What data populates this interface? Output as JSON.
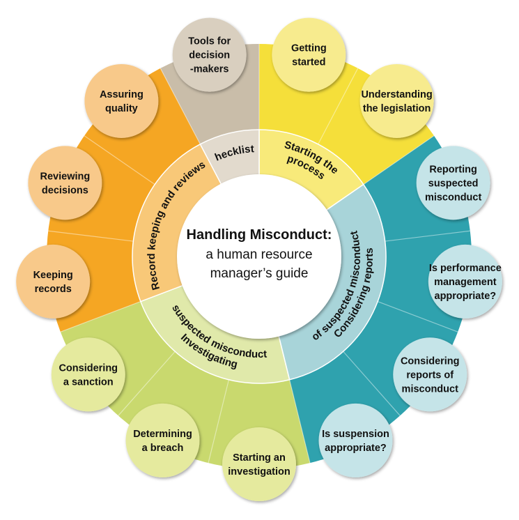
{
  "center": {
    "title": "Handling Misconduct:",
    "subtitle_line1": "a human resource",
    "subtitle_line2": "manager’s guide"
  },
  "sections": [
    {
      "id": "starting",
      "label": "Starting the process",
      "lines": [
        "Starting the",
        "process"
      ],
      "color": "#f5df3a",
      "ring_color": "#f8ea7a",
      "node_color": "#f7eb8e"
    },
    {
      "id": "considering",
      "label": "Considering reports of suspected misconduct",
      "lines": [
        "Considering reports",
        "of suspected misconduct"
      ],
      "color": "#2fa2ae",
      "ring_color": "#a8d4d9",
      "node_color": "#c5e4e8"
    },
    {
      "id": "investigating",
      "label": "Investigating suspected misconduct",
      "lines": [
        "Investigating",
        "suspected misconduct"
      ],
      "color": "#c9d96e",
      "ring_color": "#e0e9aa",
      "node_color": "#e5ea9e"
    },
    {
      "id": "record",
      "label": "Record keeping and reviews",
      "lines": [
        "Record keeping and reviews"
      ],
      "color": "#f5a623",
      "ring_color": "#f8c878",
      "node_color": "#f8c98a"
    },
    {
      "id": "checklists",
      "label": "Checklists",
      "lines": [
        "Checklists"
      ],
      "color": "#c9bda9",
      "ring_color": "#e2dacd",
      "node_color": "#d9cfbf"
    }
  ],
  "nodes": [
    {
      "section": "starting",
      "lines": [
        "Getting",
        "started"
      ]
    },
    {
      "section": "starting",
      "lines": [
        "Understanding",
        "the legislation"
      ]
    },
    {
      "section": "considering",
      "lines": [
        "Reporting",
        "suspected",
        "misconduct"
      ]
    },
    {
      "section": "considering",
      "lines": [
        "Is performance",
        "management",
        "appropriate?"
      ]
    },
    {
      "section": "considering",
      "lines": [
        "Considering",
        "reports of",
        "misconduct"
      ]
    },
    {
      "section": "considering",
      "lines": [
        "Is suspension",
        "appropriate?"
      ]
    },
    {
      "section": "investigating",
      "lines": [
        "Starting an",
        "investigation"
      ]
    },
    {
      "section": "investigating",
      "lines": [
        "Determining",
        "a breach"
      ]
    },
    {
      "section": "investigating",
      "lines": [
        "Considering",
        "a sanction"
      ]
    },
    {
      "section": "record",
      "lines": [
        "Keeping",
        "records"
      ]
    },
    {
      "section": "record",
      "lines": [
        "Reviewing",
        "decisions"
      ]
    },
    {
      "section": "record",
      "lines": [
        "Assuring",
        "quality"
      ]
    },
    {
      "section": "checklists",
      "lines": [
        "Tools for",
        "decision",
        "-makers"
      ]
    }
  ]
}
